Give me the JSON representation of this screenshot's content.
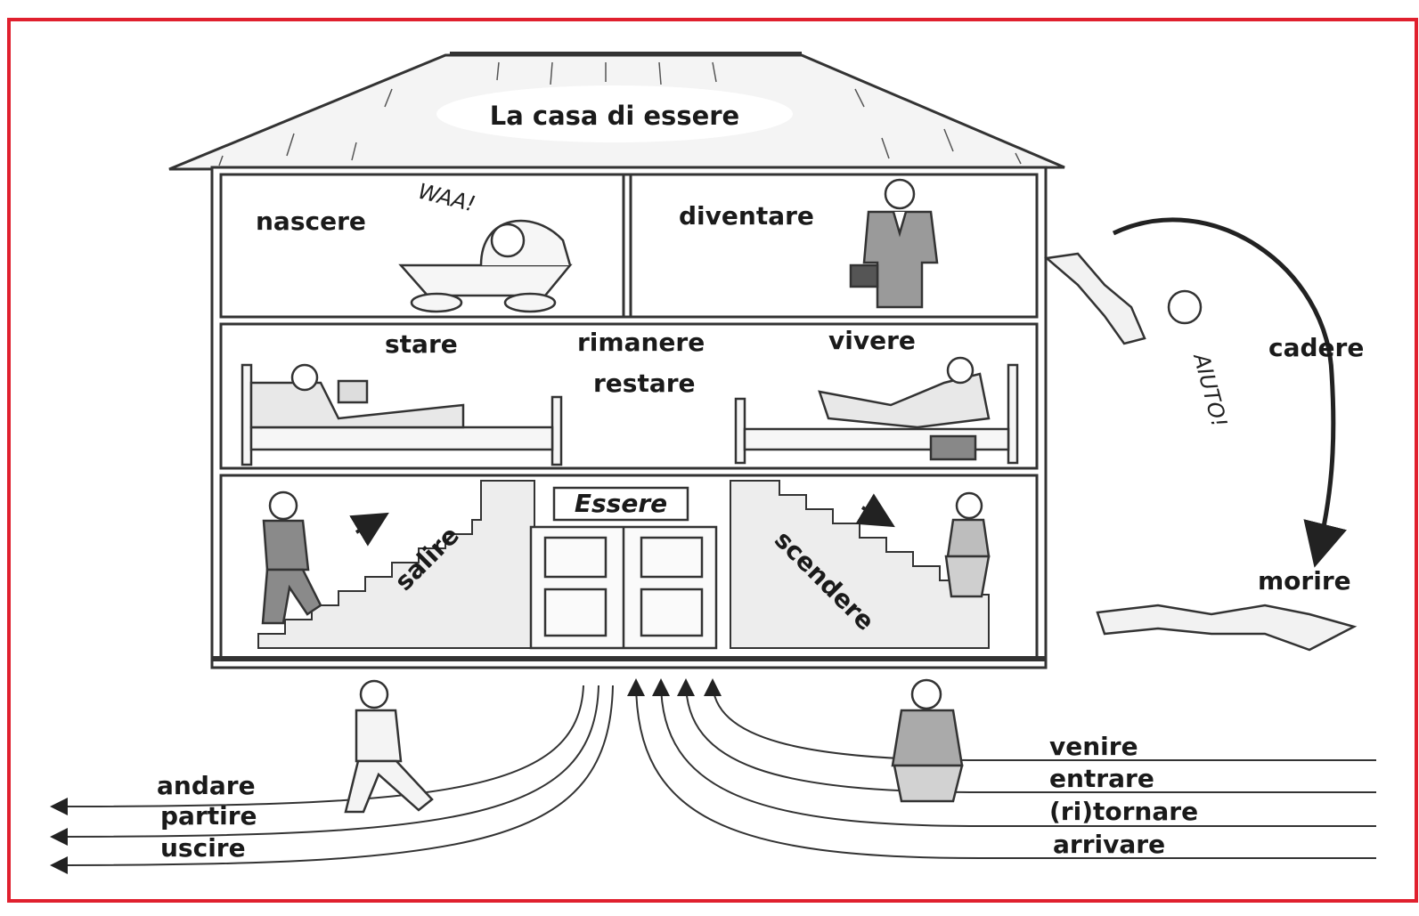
{
  "frame_color": "#e0202e",
  "roof": {
    "title": "La casa di essere"
  },
  "rooms": {
    "top_left": {
      "verb": "nascere",
      "exclaim": "WAA!"
    },
    "top_right": {
      "verb": "diventare"
    },
    "middle": {
      "verbs": [
        "stare",
        "rimanere",
        "restare",
        "vivere"
      ]
    },
    "ground": {
      "door_sign": "Essere",
      "stairs_up": "salire",
      "stairs_down": "scendere"
    }
  },
  "outside": {
    "fall": {
      "verb": "cadere",
      "shout": "AIUTO!"
    },
    "death": {
      "verb": "morire"
    },
    "leaving": [
      "andare",
      "partire",
      "uscire"
    ],
    "arriving": [
      "venire",
      "entrare",
      "(ri)tornare",
      "arrivare"
    ]
  }
}
